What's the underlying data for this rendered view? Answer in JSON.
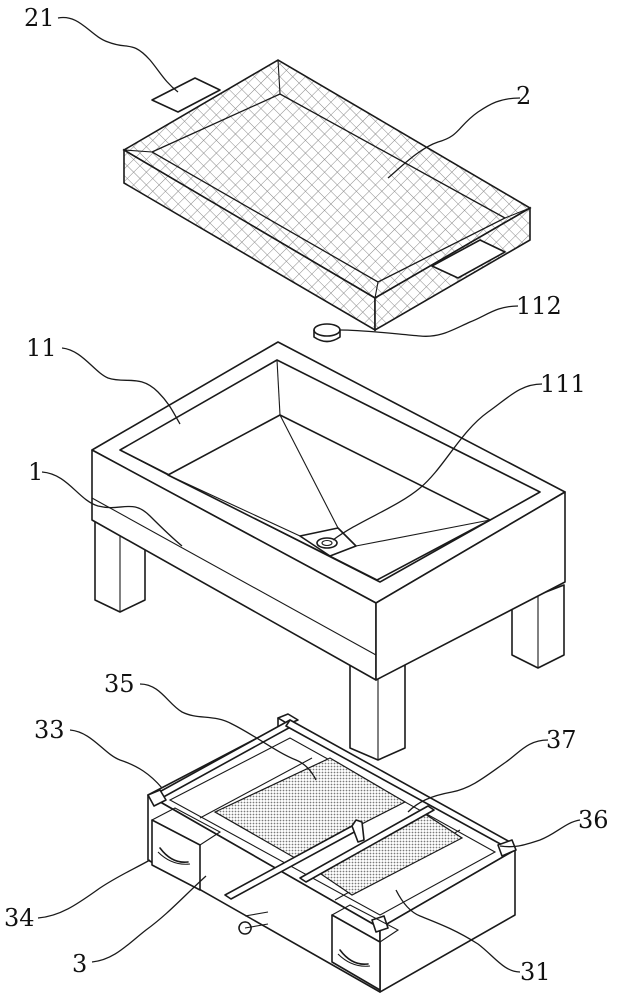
{
  "labels": {
    "l21": "21",
    "l2": "2",
    "l112": "112",
    "l11": "11",
    "l111": "111",
    "l1": "1",
    "l35": "35",
    "l33": "33",
    "l37": "37",
    "l36": "36",
    "l34": "34",
    "l3": "3",
    "l31": "31"
  },
  "colors": {
    "line": "#1a1a1a",
    "mesh": "#8a8a8a",
    "background": "#ffffff"
  }
}
